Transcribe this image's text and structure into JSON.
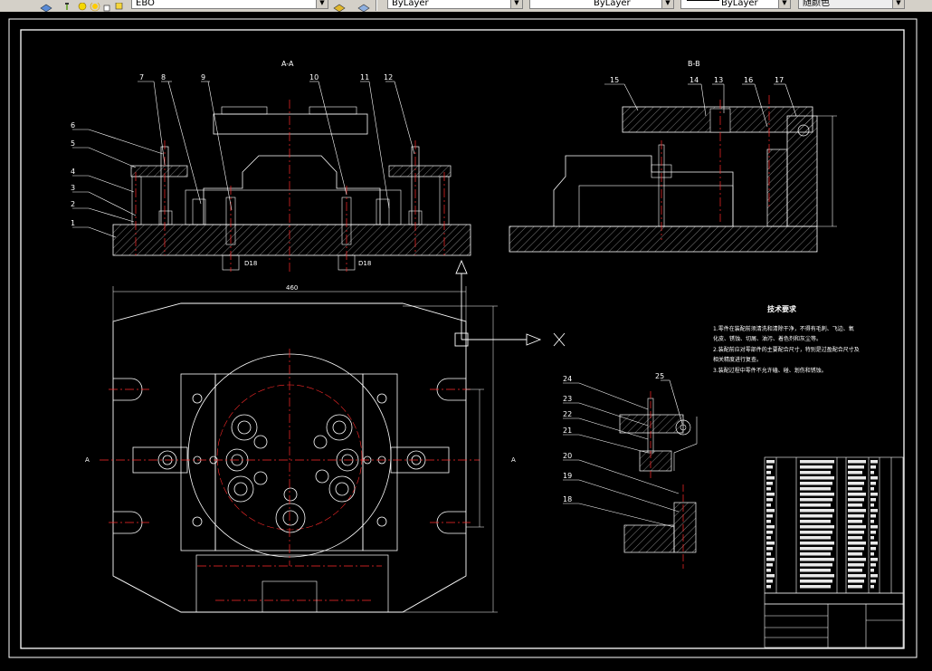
{
  "toolbar": {
    "combo1_text": "EBO",
    "combo2_text": "ByLayer",
    "combo3_text": "ByLayer",
    "combo4_text": "ByLayer",
    "combo5_text": "随颜色"
  },
  "drawing": {
    "section_aa_title": "A-A",
    "section_bb_title": "B-B",
    "axis_x_label": "X",
    "tech_title": "技术要求",
    "tech_lines": [
      "1.零件在装配前须清洗和清除干净，不得有毛刺、飞边、氧",
      "化皮、锈蚀、切屑、油污、着色剂和灰尘等。",
      "2.装配前应对零部件的主要配合尺寸，特别是过盈配合尺寸及",
      "相关精度进行复查。",
      "3.装配过程中零件不允许磕、碰、划伤和锈蚀。"
    ],
    "balloons_left": [
      "7",
      "8",
      "9",
      "10",
      "11",
      "12",
      "6",
      "5",
      "4",
      "3",
      "2",
      "1"
    ],
    "balloons_right": [
      "15",
      "14",
      "13",
      "16",
      "17"
    ],
    "balloons_detail": [
      "24",
      "23",
      "22",
      "21",
      "20",
      "19",
      "18",
      "25"
    ],
    "dim_width": "460",
    "dim_d1": "D18",
    "dim_d2": "D18",
    "side_label_left": "A",
    "side_label_right": "A"
  }
}
